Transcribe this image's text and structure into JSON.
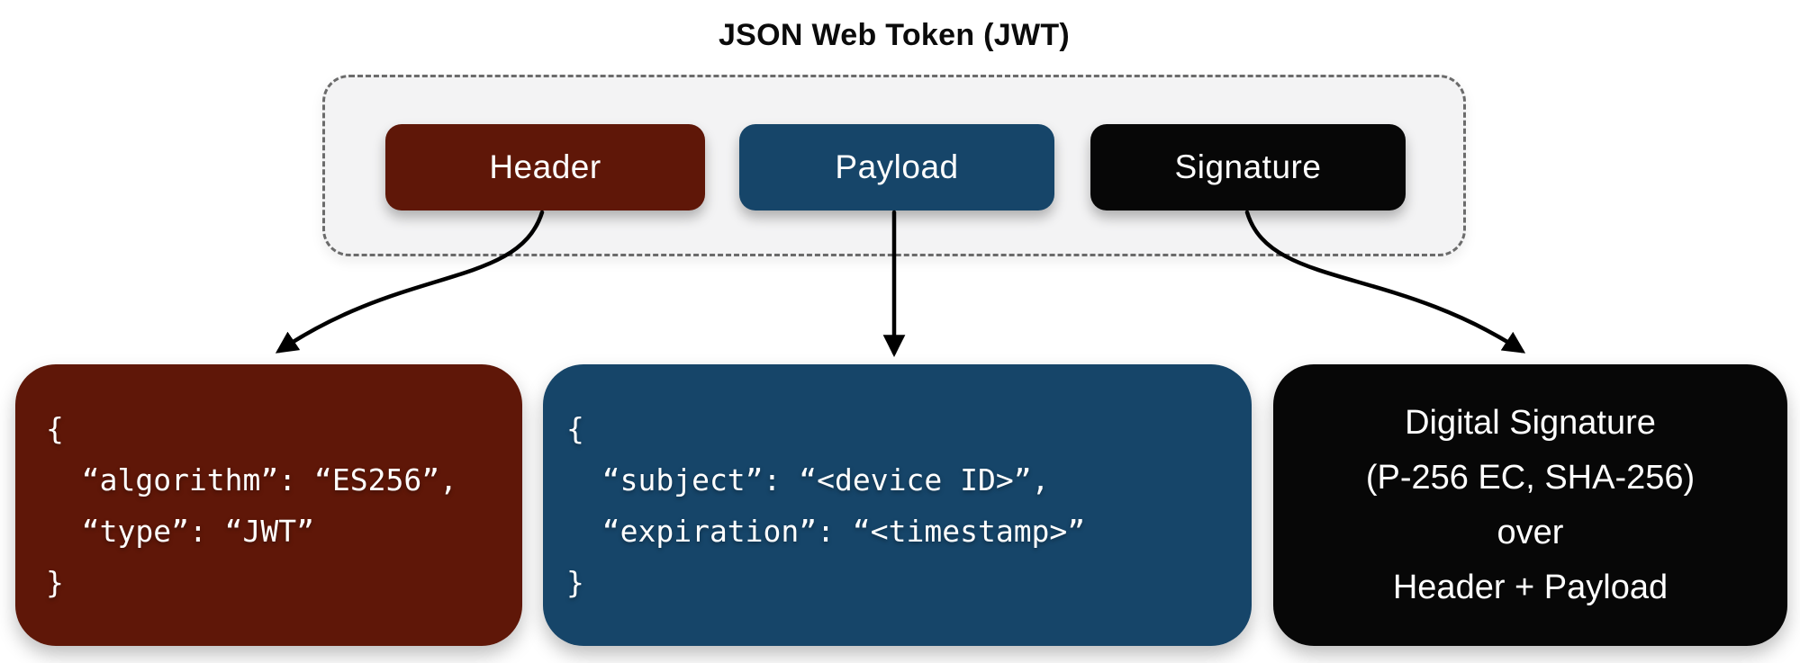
{
  "title": "JSON Web Token (JWT)",
  "jwt": {
    "boxes": [
      {
        "id": "header",
        "label": "Header",
        "color": "#5F1708"
      },
      {
        "id": "payload",
        "label": "Payload",
        "color": "#164569"
      },
      {
        "id": "signature",
        "label": "Signature",
        "color": "#070707"
      }
    ]
  },
  "details": {
    "header": {
      "code": "{\n  “algorithm”: “ES256”,\n  “type”: “JWT”\n}",
      "color": "#5F1708"
    },
    "payload": {
      "code": "{\n  “subject”: “<device ID>”,\n  “expiration”: “<timestamp>”\n}",
      "color": "#164569"
    },
    "signature": {
      "text": "Digital Signature\n(P-256 EC, SHA-256)\nover\nHeader + Payload",
      "color": "#070707"
    }
  },
  "colors": {
    "page_background": "#FFFFFF",
    "container_fill": "#F3F3F4",
    "container_border": "#6B6B6B",
    "arrow": "#000000",
    "text_on_dark": "#FFFFFF",
    "title_text": "#0B0B0B"
  }
}
